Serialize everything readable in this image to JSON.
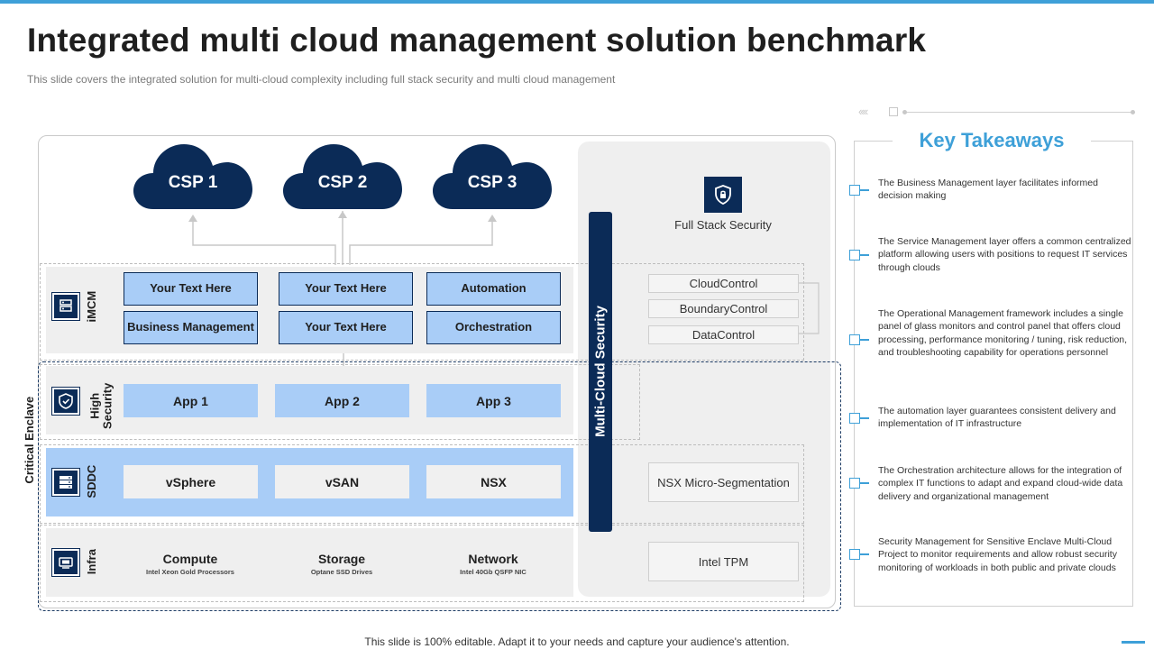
{
  "title": "Integrated multi cloud management solution benchmark",
  "subtitle": "This slide covers the  integrated solution for multi-cloud complexity including full stack security and multi cloud management",
  "footer": "This slide is 100% editable. Adapt it to your needs and capture your audience's attention.",
  "colors": {
    "navy": "#0b2b57",
    "light_blue": "#a9cdf7",
    "accent": "#3ea0d8",
    "panel_gray": "#efefef"
  },
  "clouds": [
    "CSP 1",
    "CSP 2",
    "CSP 3"
  ],
  "critical_enclave_label": "Critical Enclave",
  "rows": {
    "imcm": {
      "label": "iMCM",
      "icon": "server-icon",
      "boxes": [
        "Your Text Here",
        "Your Text Here",
        "Automation",
        "Business Management",
        "Your Text Here",
        "Orchestration"
      ]
    },
    "high_security": {
      "label_line1": "High",
      "label_line2": "Security",
      "icon": "shield-icon",
      "apps": [
        "App 1",
        "App 2",
        "App 3"
      ]
    },
    "sddc": {
      "label": "SDDC",
      "icon": "rack-icon",
      "items": [
        "vSphere",
        "vSAN",
        "NSX"
      ]
    },
    "infra": {
      "label": "Infra",
      "icon": "hardware-icon",
      "items": [
        {
          "title": "Compute",
          "sub": "Intel Xeon Gold Processors"
        },
        {
          "title": "Storage",
          "sub": "Optane SSD Drives"
        },
        {
          "title": "Network",
          "sub": "Intel 40Gb QSFP NIC"
        }
      ]
    }
  },
  "multi_cloud_security": "Multi-Cloud Security",
  "full_stack_security": "Full Stack Security",
  "controls": [
    "CloudControl",
    "BoundaryControl",
    "DataControl"
  ],
  "nsx_micro": "NSX Micro-Segmentation",
  "intel_tpm": "Intel TPM",
  "key_takeaways": {
    "title": "Key Takeaways",
    "items": [
      "The Business Management layer facilitates informed decision making",
      "The Service Management layer offers a common centralized platform allowing users with positions to request IT services through clouds",
      "The Operational Management framework includes a single panel of glass monitors and control panel that offers cloud processing, performance monitoring / tuning, risk reduction, and troubleshooting capability for operations personnel",
      "The automation layer guarantees consistent delivery and implementation of IT infrastructure",
      "The Orchestration architecture allows for the integration of complex IT functions to adapt and expand cloud-wide data delivery and organizational management",
      "Security Management for Sensitive Enclave Multi-Cloud Project to monitor requirements and allow robust security monitoring of workloads in both public and private clouds"
    ]
  }
}
